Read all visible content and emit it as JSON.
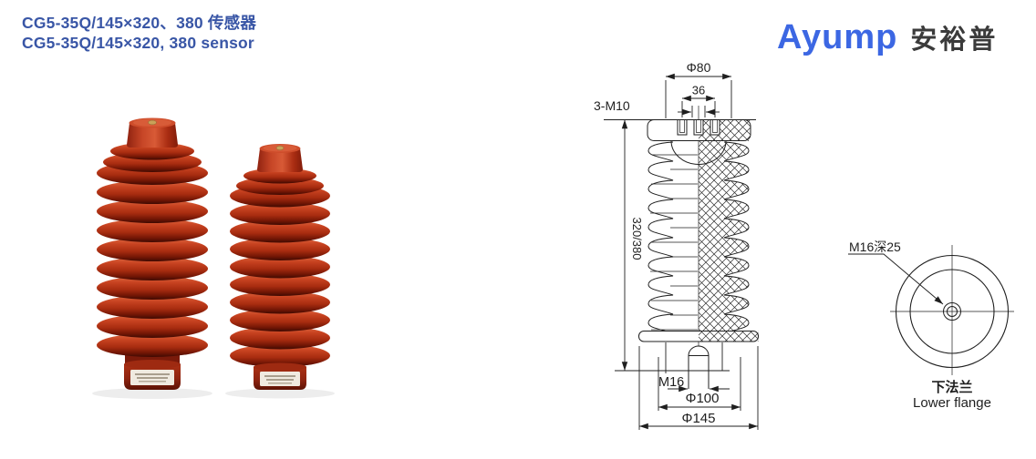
{
  "header": {
    "title_zh": "CG5-35Q/145×320、380 传感器",
    "title_en": "CG5-35Q/145×320, 380 sensor"
  },
  "logo": {
    "latin": "Ayump",
    "zh": "安裕普"
  },
  "colors": {
    "title_blue": "#3956a6",
    "logo_blue": "#3c67e3",
    "logo_text_dark": "#3b3b3b",
    "drawing_line": "#1f1f1f",
    "product_red": "#c03a1d",
    "product_red_dark": "#6b1505",
    "product_red_light": "#dd6a43"
  },
  "drawing": {
    "section_view": {
      "top_diameter": "Φ80",
      "top_hole_span": "36",
      "top_holes": "3-M10",
      "height": "320/380",
      "bottom_stud": "M16",
      "bottom_bolt_circle": "Φ100",
      "flange_diameter": "Φ145"
    },
    "flange_view": {
      "center_hole": "M16深25",
      "caption_zh": "下法兰",
      "caption_en": "Lower flange"
    }
  }
}
